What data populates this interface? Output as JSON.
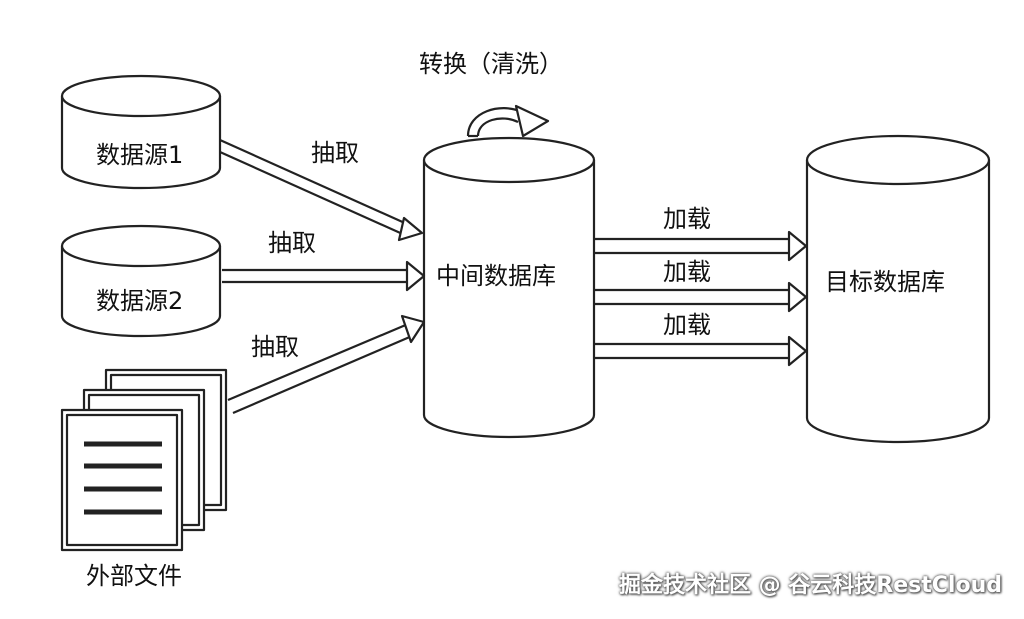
{
  "transform_label": "转换（清洗）",
  "sources": [
    {
      "label": "数据源1"
    },
    {
      "label": "数据源2"
    },
    {
      "label": "外部文件"
    }
  ],
  "extract_labels": [
    "抽取",
    "抽取",
    "抽取"
  ],
  "intermediate_db": {
    "label": "中间数据库"
  },
  "load_labels": [
    "加载",
    "加载",
    "加载"
  ],
  "target_db": {
    "label": "目标数据库"
  },
  "watermark": "掘金技术社区 @ 谷云科技RestCloud"
}
